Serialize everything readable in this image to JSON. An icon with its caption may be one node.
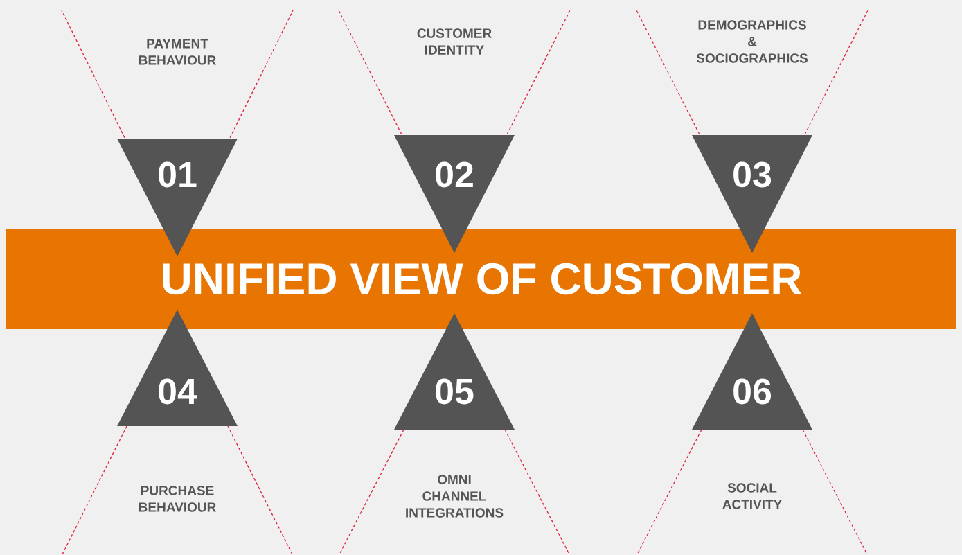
{
  "diagram": {
    "nodes": [
      {
        "text": [
          "UNIFIED VIEW OF CUSTOMER"
        ]
      },
      {
        "text": [
          "01"
        ]
      },
      {
        "text": [
          "02"
        ]
      },
      {
        "text": [
          "03"
        ]
      },
      {
        "text": [
          "04"
        ]
      },
      {
        "text": [
          "05"
        ]
      },
      {
        "text": [
          "06"
        ]
      }
    ],
    "edges": [],
    "labels": [
      "PAYMENT BEHAVIOUR",
      "CUSTOMER IDENTITY",
      "DEMOGRAPHICS & SOCIOGRAPHICS",
      "PURCHASE BEHAVIOUR",
      "OMNI CHANNEL INTEGRATIONS",
      "SOCIAL ACTIVITY"
    ]
  }
}
